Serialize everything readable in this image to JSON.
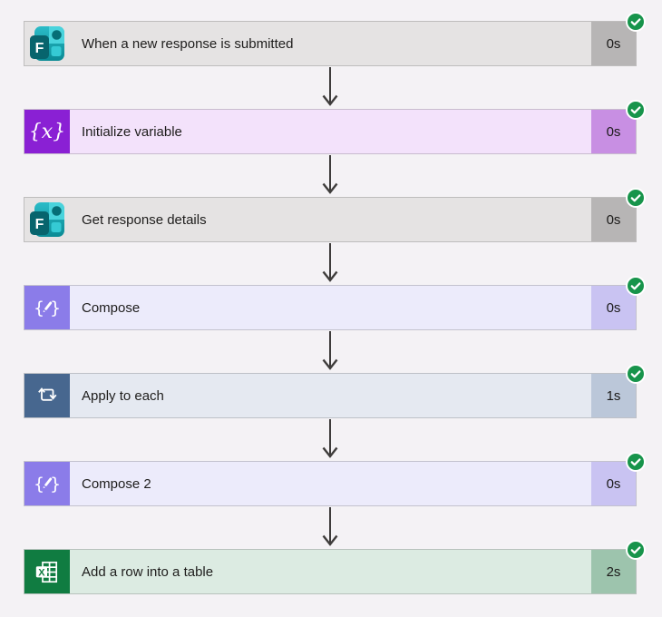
{
  "page_background": "#f4f2f5",
  "text_color": "#1e1d1c",
  "arrow_color": "#3e3c3b",
  "status_color": "#17944b",
  "flow": {
    "status_color": "#17944b",
    "steps": [
      {
        "title": "When a new response is submitted",
        "duration": "0s",
        "status": "succeeded",
        "icon": "microsoft-forms",
        "colors": {
          "icon_bg": "#e5e3e3",
          "bar": "#e5e3e3",
          "badge": "#b7b5b5"
        }
      },
      {
        "title": "Initialize variable",
        "duration": "0s",
        "status": "succeeded",
        "icon": "variable",
        "colors": {
          "icon_bg": "#8a20d4",
          "bar": "#f3e2fb",
          "badge": "#c88fe3"
        }
      },
      {
        "title": "Get response details",
        "duration": "0s",
        "status": "succeeded",
        "icon": "microsoft-forms",
        "colors": {
          "icon_bg": "#e5e3e3",
          "bar": "#e5e3e3",
          "badge": "#b7b5b5"
        }
      },
      {
        "title": "Compose",
        "duration": "0s",
        "status": "succeeded",
        "icon": "compose",
        "colors": {
          "icon_bg": "#8b7ce9",
          "bar": "#ecebfb",
          "badge": "#c9c3f2"
        }
      },
      {
        "title": "Apply to each",
        "duration": "1s",
        "status": "succeeded",
        "icon": "apply-to-each",
        "colors": {
          "icon_bg": "#47678f",
          "bar": "#e5e9f1",
          "badge": "#bbc7d9"
        }
      },
      {
        "title": "Compose 2",
        "duration": "0s",
        "status": "succeeded",
        "icon": "compose",
        "colors": {
          "icon_bg": "#8b7ce9",
          "bar": "#ecebfb",
          "badge": "#c9c3f2"
        }
      },
      {
        "title": "Add a row into a table",
        "duration": "2s",
        "status": "succeeded",
        "icon": "excel",
        "colors": {
          "icon_bg": "#107c41",
          "bar": "#dcebe2",
          "badge": "#9dc4ad"
        }
      }
    ]
  }
}
